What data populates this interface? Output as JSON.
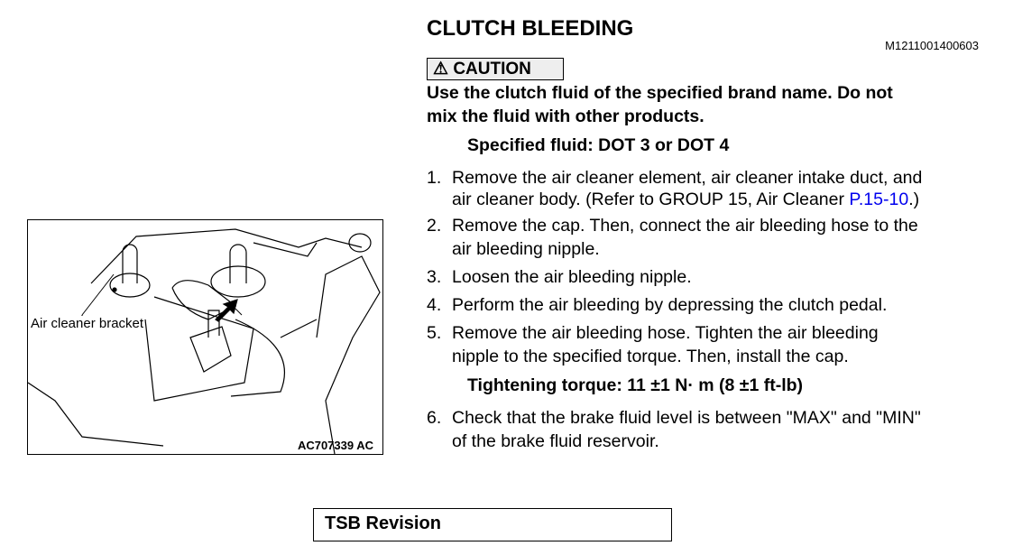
{
  "title": "CLUTCH BLEEDING",
  "doc_id": "M1211001400603",
  "caution": {
    "icon": "warning-triangle-icon",
    "label": "CAUTION",
    "text_line1": "Use the clutch fluid of the specified brand name. Do not",
    "text_line2": "mix the fluid with other products."
  },
  "specified_fluid": "Specified fluid: DOT 3 or DOT 4",
  "steps": [
    {
      "num": "1.",
      "line1": "Remove the air cleaner element, air cleaner intake duct, and",
      "line2_prefix": "air cleaner body. (Refer to GROUP 15, Air Cleaner ",
      "link": "P.15-10",
      "line2_suffix": ".)"
    },
    {
      "num": "2.",
      "line1": "Remove the cap. Then, connect the air bleeding hose to the",
      "line2": "air bleeding nipple."
    },
    {
      "num": "3.",
      "line1": "Loosen the air bleeding nipple."
    },
    {
      "num": "4.",
      "line1": "Perform the air bleeding by depressing the clutch pedal."
    },
    {
      "num": "5.",
      "line1": "Remove the air bleeding hose. Tighten the air bleeding",
      "line2": "nipple to the specified torque. Then, install the cap."
    },
    {
      "num": "6.",
      "line1": "Check that the brake fluid level is between \"MAX\" and \"MIN\"",
      "line2": "of the brake fluid reservoir."
    }
  ],
  "torque": "Tightening torque: 11 ±1 N· m (8 ±1 ft-lb)",
  "figure": {
    "label": "Air cleaner bracket",
    "code": "AC707339 AC"
  },
  "footer": "TSB Revision"
}
